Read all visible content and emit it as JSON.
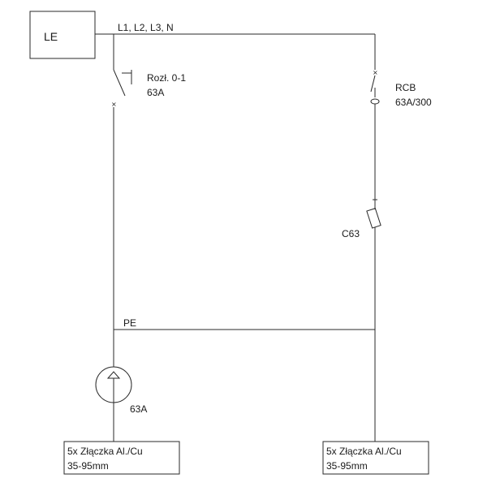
{
  "source_box": {
    "label": "LE"
  },
  "bus": {
    "label": "L1, L2, L3, N"
  },
  "switch": {
    "label_line1": "Rozł. 0-1",
    "label_line2": "63A"
  },
  "rcb": {
    "label_line1": "RCB",
    "label_line2": "63A/300"
  },
  "breaker": {
    "label": "C63"
  },
  "pe": {
    "label": "PE"
  },
  "socket": {
    "label": "63A"
  },
  "terminal_left": {
    "line1": "5x Złączka Al./Cu",
    "line2": "35-95mm"
  },
  "terminal_right": {
    "line1": "5x Złączka Al./Cu",
    "line2": "35-95mm"
  },
  "colors": {
    "line": "#2a2a2a",
    "text": "#1a1a1a",
    "background": "#ffffff"
  }
}
